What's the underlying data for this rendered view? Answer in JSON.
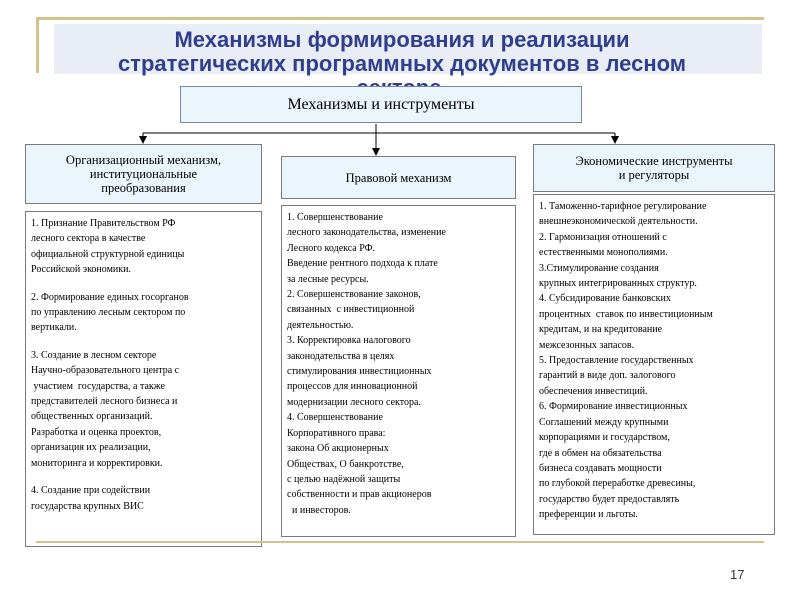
{
  "title_lines": [
    "Механизмы формирования и реализации",
    "стратегических программных документов в лесном",
    "секторе."
  ],
  "top_box": "Механизмы и инструменты",
  "columns": [
    {
      "header_lines": [
        "Организационный механизм,",
        "институциональные",
        "преобразования"
      ],
      "groups": [
        [
          "1. Признание Правительством РФ",
          "лесного сектора в качестве",
          "официальной структурной единицы",
          "Российской экономики."
        ],
        [
          "2. Формирование единых госорганов",
          "по управлению лесным сектором по",
          "вертикали."
        ],
        [
          "3. Создание в лесном секторе",
          "Научно-образовательного центра с",
          " участием  государства, а также",
          "представителей лесного бизнеса и",
          "общественных организаций.",
          "Разработка и оценка проектов,",
          "организация их реализации,",
          "мониторинга и корректировки."
        ],
        [
          "4. Создание при содействии",
          "государства крупных ВИС"
        ]
      ]
    },
    {
      "header_lines": [
        "Правовой механизм"
      ],
      "groups": [
        [
          "1. Совершенствование",
          "лесного законодательства, изменение",
          "Лесного кодекса РФ.",
          "Введение рентного подхода к плате",
          "за лесные ресурсы.",
          "2. Совершенствование законов,",
          "связанных  с инвестиционной",
          "деятельностью.",
          "3. Корректировка налогового",
          "законодательства в целях",
          "стимулирования инвестиционных",
          "процессов для инновационной",
          "модернизации лесного сектора.",
          "4. Совершенствование",
          "Корпоративного права:",
          "закона Об акционерных",
          "Обществах, О банкротстве,",
          "с целью надёжной защиты",
          "собственности и прав акционеров",
          "  и инвесторов."
        ]
      ]
    },
    {
      "header_lines": [
        "Экономические инструменты",
        "и регуляторы"
      ],
      "groups": [
        [
          "1. Таможенно-тарифное регулирование",
          "внешнеэкономической деятельности.",
          "2. Гармонизация отношений с",
          "естественными монополиями.",
          "3.Стимулирование создания",
          "крупных интегрированных структур.",
          "4. Субсидирование банковских",
          "процентных  ставок по инвестиционным",
          "кредитам, и на кредитование",
          "межсезонных запасов.",
          "5. Предоставление государственных",
          "гарантий в виде доп. залогового",
          "обеспечения инвестиций.",
          "6. Формирование инвестиционных",
          "Соглашений между крупными",
          "корпорациями и государством,",
          "где в обмен на обязательства",
          "бизнеса создавать мощности",
          "по глубокой переработке древесины,",
          "государство будет предоставлять",
          "преференции и льготы."
        ]
      ]
    }
  ],
  "page_number": "17",
  "colors": {
    "title": "#2f3f8e",
    "frame": "#d4c28a",
    "box_fill": "#eaf6fb"
  }
}
